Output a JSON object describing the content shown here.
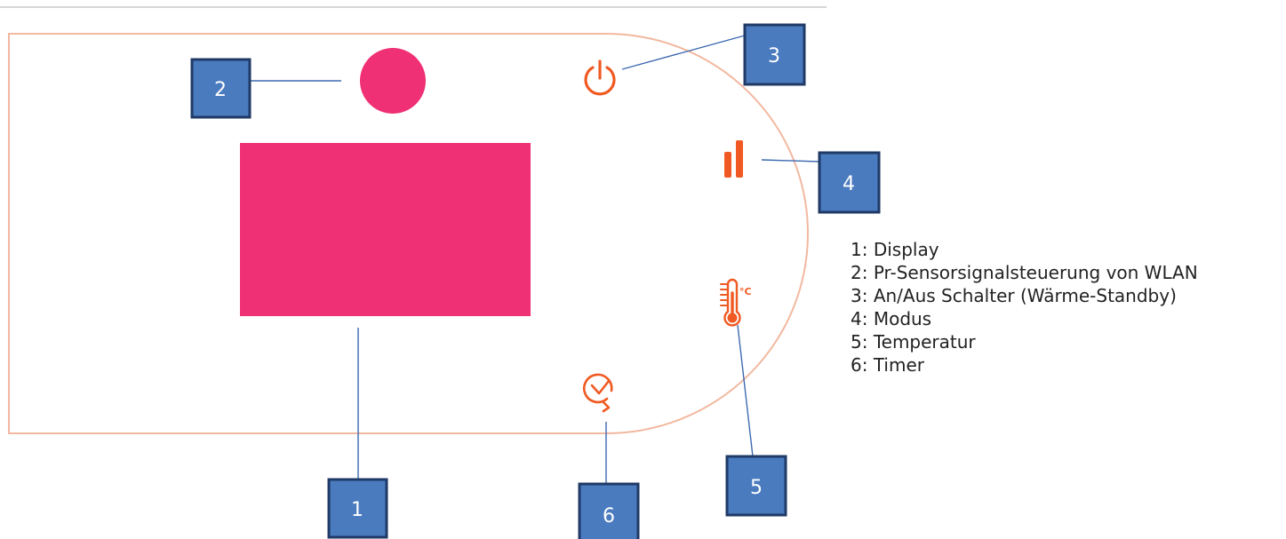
{
  "colors": {
    "panel_outline": "#f2b8a0",
    "display": "#f03074",
    "wifi_indicator": "#f03074",
    "icon": "#f05a22",
    "callout_line": "#3d6ab0",
    "badge_fill": "#4a7bbf",
    "badge_border": "#1f3a66",
    "top_rule": "#c8c8c8"
  },
  "callouts": [
    {
      "number": "1",
      "target": "display"
    },
    {
      "number": "2",
      "target": "wifi-indicator"
    },
    {
      "number": "3",
      "target": "power-icon"
    },
    {
      "number": "4",
      "target": "mode-icon"
    },
    {
      "number": "5",
      "target": "thermometer-icon"
    },
    {
      "number": "6",
      "target": "timer-icon"
    }
  ],
  "icons": {
    "power": "power-icon",
    "mode": "mode-bars-icon",
    "temperature": "thermometer-icon",
    "timer": "timer-clock-icon"
  },
  "temperature_unit": "°C",
  "legend": [
    "1: Display",
    "2: Pr-Sensorsignalsteuerung von WLAN",
    "3: An/Aus Schalter (Wärme-Standby)",
    "4: Modus",
    "5: Temperatur",
    "6: Timer"
  ]
}
